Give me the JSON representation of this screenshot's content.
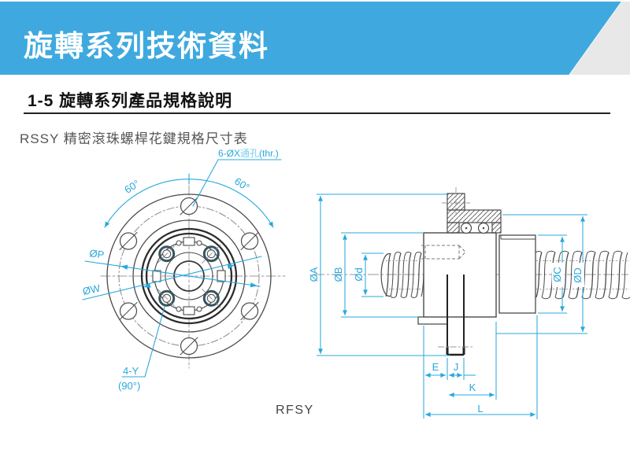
{
  "header": {
    "title": "旋轉系列技術資料",
    "band_color": "#3FA9DF",
    "corner_color": "#E8E8E8"
  },
  "section": {
    "heading": "1-5 旋轉系列產品規格說明"
  },
  "subtitle": "RSSY 精密滾珠螺桿花鍵規格尺寸表",
  "figure": {
    "caption": "RFSY",
    "accent_color": "#29A8DC",
    "line_color": "#4a4a4a",
    "front_view": {
      "labels": {
        "holes_prefix": "6-ØX",
        "holes_mid": "通孔",
        "holes_suffix": "(thr.)",
        "angle_left": "60°",
        "angle_right": "60°",
        "pitch_dia": "ØP",
        "spigot_dia": "ØW",
        "corner_holes": "4-Y",
        "corner_holes_angle": "(90°)"
      }
    },
    "side_view": {
      "labels": {
        "flange_dia": "ØA",
        "body_dia": "ØB",
        "screw_dia": "Ød",
        "nut_end_dia": "ØC",
        "housing_dia": "ØD",
        "e": "E",
        "j": "J",
        "k": "K",
        "l": "L"
      }
    }
  }
}
